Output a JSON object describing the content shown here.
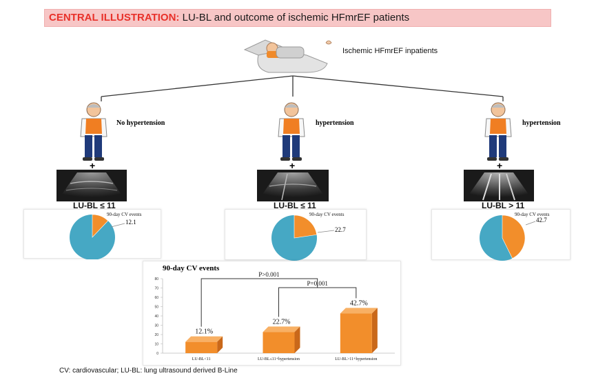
{
  "title": {
    "lead": "CENTRAL ILLUSTRATION:",
    "rest": " LU-BL and outcome of ischemic HFmrEF patients"
  },
  "top_label": "Ischemic HFmrEF inpatients",
  "branches": [
    {
      "condition": "No hypertension",
      "plus": "+",
      "lubl": "LU-BL ≤ 11",
      "pie_title": "90-day CV events",
      "pie_value_label": "12.1",
      "pie_fraction": 0.121
    },
    {
      "condition": "hypertension",
      "plus": "+",
      "lubl": "LU-BL ≤ 11",
      "pie_title": "90-day CV events",
      "pie_value_label": "22.7",
      "pie_fraction": 0.227
    },
    {
      "condition": "hypertension",
      "plus": "+",
      "lubl": "LU-BL > 11",
      "pie_title": "90-day CV events",
      "pie_value_label": "42.7",
      "pie_fraction": 0.427
    }
  ],
  "colors": {
    "pie_event": "#f28e2b",
    "pie_rest": "#46a8c4",
    "bar": "#f28e2b",
    "banner_bg": "#f7c6c6",
    "banner_lead": "#e8312a"
  },
  "chart_data": {
    "type": "bar",
    "title": "90-day CV events",
    "categories": [
      "LU-BL<11",
      "LU-BL≤11+hypertension",
      "LU-BL>11+hypertension"
    ],
    "values": [
      12.1,
      22.7,
      42.7
    ],
    "value_labels": [
      "12.1%",
      "22.7%",
      "42.7%"
    ],
    "ylim": [
      0,
      80
    ],
    "yticks": [
      0,
      10,
      20,
      30,
      40,
      50,
      60,
      70,
      80
    ],
    "comparisons": [
      {
        "label": "P>0.001",
        "from": 0,
        "to": "1-2"
      },
      {
        "label": "P=0.001",
        "from": 1,
        "to": 2
      }
    ]
  },
  "footnote": "CV: cardiovascular; LU-BL: lung ultrasound derived B-Line"
}
